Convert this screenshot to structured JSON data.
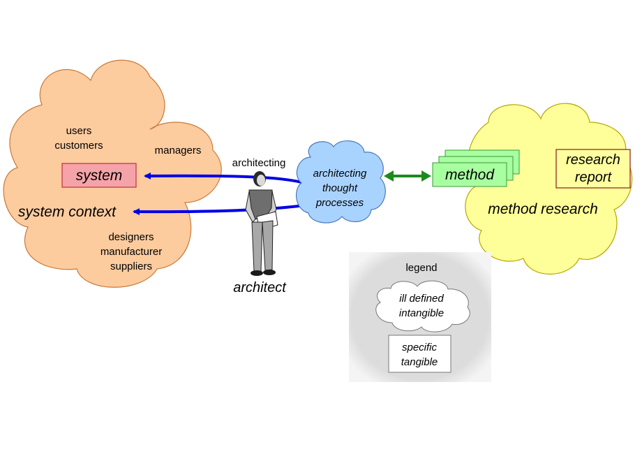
{
  "colors": {
    "orange_cloud": "#FCCB9E",
    "orange_stroke": "#C77A3A",
    "yellow_cloud": "#FFFF99",
    "yellow_stroke": "#B5A600",
    "blue_cloud": "#A9D3FF",
    "blue_stroke": "#4A78B6",
    "system_box": "#F4A3A9",
    "system_box_stroke": "#C0303C",
    "method_box": "#A7FFA0",
    "method_box_stroke": "#3A9A3A",
    "research_box": "#FFFFA0",
    "research_box_stroke": "#8A1A1A",
    "blue_arrow": "#0000E6",
    "green_arrow": "#1B8A1B",
    "legend_bg": "#DCDCDC"
  },
  "system_cloud": {
    "users": "users",
    "customers": "customers",
    "managers": "managers",
    "system": "system",
    "system_context": "system context",
    "designers": "designers",
    "manufacturer": "manufacturer",
    "suppliers": "suppliers"
  },
  "center": {
    "architecting_label": "architecting",
    "thought_line1": "architecting",
    "thought_line2": "thought",
    "thought_line3": "processes",
    "architect": "architect"
  },
  "method_cloud": {
    "method": "method",
    "method_research": "method research",
    "research_line1": "research",
    "research_line2": "report"
  },
  "legend": {
    "title": "legend",
    "ill_line1": "ill defined",
    "ill_line2": "intangible",
    "spec_line1": "specific",
    "spec_line2": "tangible"
  }
}
